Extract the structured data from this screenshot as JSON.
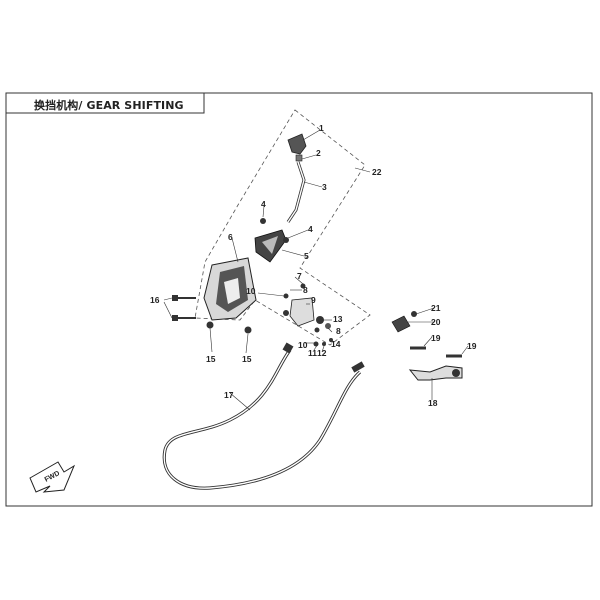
{
  "header": {
    "title": "换挡机构/ GEAR SHIFTING"
  },
  "fwd_label": "FWD",
  "callouts": [
    "1",
    "2",
    "3",
    "22",
    "4",
    "4",
    "6",
    "5",
    "7",
    "8",
    "10",
    "9",
    "13",
    "8",
    "16",
    "15",
    "15",
    "11",
    "12",
    "10",
    "14",
    "21",
    "20",
    "19",
    "19",
    "17",
    "18"
  ]
}
